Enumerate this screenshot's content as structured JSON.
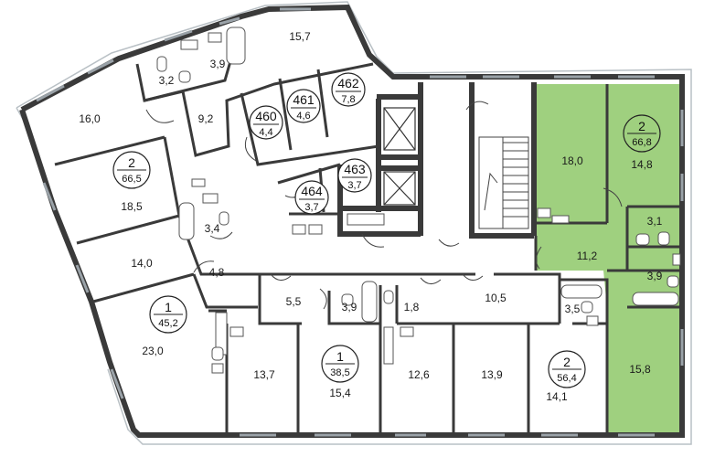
{
  "colors": {
    "highlight": "#9fd07f",
    "wall": "#3a3a3a",
    "background": "#ffffff"
  },
  "rooms": [
    {
      "id": "r-15-7",
      "label": "15,7"
    },
    {
      "id": "r-3-9-top",
      "label": "3,9"
    },
    {
      "id": "r-3-2",
      "label": "3,2"
    },
    {
      "id": "r-16-0",
      "label": "16,0"
    },
    {
      "id": "r-9-2",
      "label": "9,2"
    },
    {
      "id": "r-18-5",
      "label": "18,5"
    },
    {
      "id": "r-3-4",
      "label": "3,4"
    },
    {
      "id": "r-14-0",
      "label": "14,0"
    },
    {
      "id": "r-4-8",
      "label": "4,8"
    },
    {
      "id": "r-23-0",
      "label": "23,0"
    },
    {
      "id": "r-5-5",
      "label": "5,5"
    },
    {
      "id": "r-3-9-mid",
      "label": "3,9"
    },
    {
      "id": "r-1-8",
      "label": "1,8"
    },
    {
      "id": "r-10-5",
      "label": "10,5"
    },
    {
      "id": "r-3-5",
      "label": "3,5"
    },
    {
      "id": "r-13-7",
      "label": "13,7"
    },
    {
      "id": "r-15-4",
      "label": "15,4"
    },
    {
      "id": "r-12-6",
      "label": "12,6"
    },
    {
      "id": "r-13-9",
      "label": "13,9"
    },
    {
      "id": "r-14-1",
      "label": "14,1"
    },
    {
      "id": "r-18-0",
      "label": "18,0"
    },
    {
      "id": "r-14-8",
      "label": "14,8"
    },
    {
      "id": "r-11-2",
      "label": "11,2"
    },
    {
      "id": "r-3-1",
      "label": "3,1"
    },
    {
      "id": "r-3-9-green",
      "label": "3,9"
    },
    {
      "id": "r-15-8",
      "label": "15,8"
    }
  ],
  "apartments": [
    {
      "id": "apt-2-66-5",
      "rooms": "2",
      "area": "66,5",
      "highlighted": false
    },
    {
      "id": "apt-1-45-2",
      "rooms": "1",
      "area": "45,2",
      "highlighted": false
    },
    {
      "id": "apt-1-38-5",
      "rooms": "1",
      "area": "38,5",
      "highlighted": false
    },
    {
      "id": "apt-2-56-4",
      "rooms": "2",
      "area": "56,4",
      "highlighted": false
    },
    {
      "id": "apt-2-66-8",
      "rooms": "2",
      "area": "66,8",
      "highlighted": true
    }
  ],
  "storage_units": [
    {
      "number": "460",
      "area": "4,4"
    },
    {
      "number": "461",
      "area": "4,6"
    },
    {
      "number": "462",
      "area": "7,8"
    },
    {
      "number": "463",
      "area": "3,7"
    },
    {
      "number": "464",
      "area": "3,7"
    }
  ]
}
